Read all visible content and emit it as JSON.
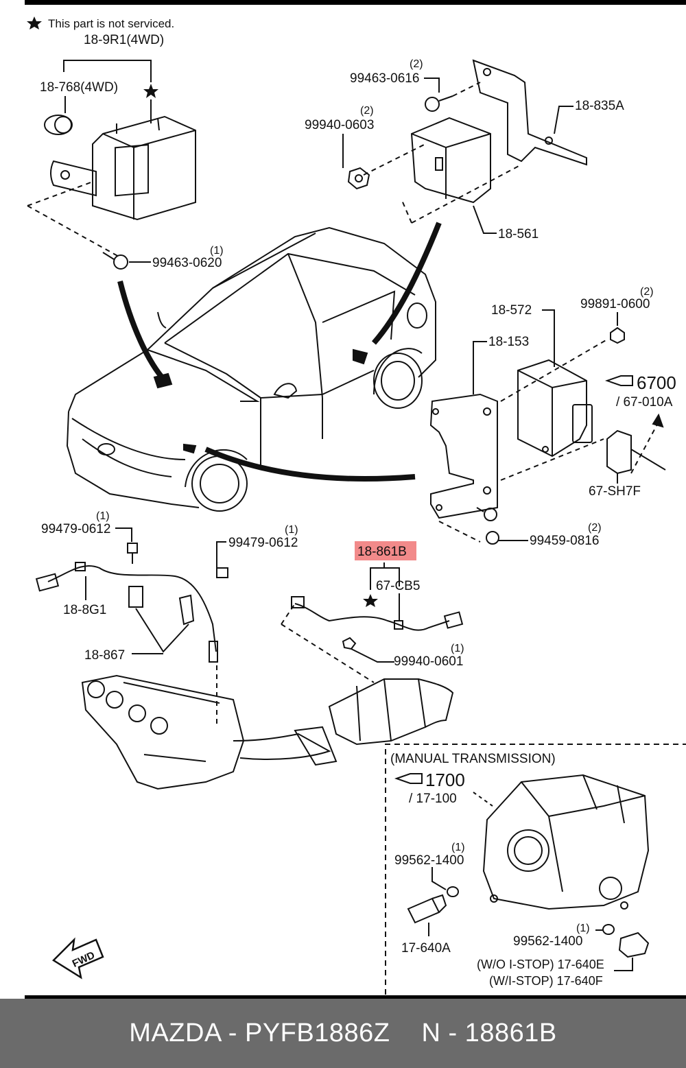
{
  "legend": {
    "star_note": "This part is not serviced."
  },
  "labels": {
    "p18_9R1": "18-9R1(4WD)",
    "p18_768": "18-768(4WD)",
    "b99463_0620": "99463-0620",
    "b99463_0620_qty": "(1)",
    "b99463_0616": "99463-0616",
    "b99463_0616_qty": "(2)",
    "n99940_0603": "99940-0603",
    "n99940_0603_qty": "(2)",
    "p18_835A": "18-835A",
    "p18_561": "18-561",
    "p18_572": "18-572",
    "n99891_0600": "99891-0600",
    "n99891_0600_qty": "(2)",
    "p18_153": "18-153",
    "ref6700": "6700",
    "ref67_010A": "/ 67-010A",
    "p67_SH7F": "67-SH7F",
    "b99459_0816": "99459-0816",
    "b99459_0816_qty": "(2)",
    "b99479_0612_a": "99479-0612",
    "b99479_0612_a_qty": "(1)",
    "b99479_0612_b": "99479-0612",
    "b99479_0612_b_qty": "(1)",
    "p18_8G1": "18-8G1",
    "p18_867": "18-867",
    "p18_861B": "18-861B",
    "p67_CB5": "67-CB5",
    "n99940_0601": "99940-0601",
    "n99940_0601_qty": "(1)",
    "manual_transmission": "(MANUAL TRANSMISSION)",
    "ref1700": "1700",
    "ref17_100": "/ 17-100",
    "g99562_1400_a": "99562-1400",
    "g99562_1400_a_qty": "(1)",
    "p17_640A": "17-640A",
    "g99562_1400_b": "99562-1400",
    "g99562_1400_b_qty": "(1)",
    "p17_640E": "(W/O I-STOP) 17-640E",
    "p17_640F": "(W/I-STOP) 17-640F",
    "fwd": "FWD"
  },
  "highlight_color": "#f28a8a",
  "footer": {
    "brand_part": "MAZDA - PYFB1886Z",
    "ref": "N - 18861B"
  }
}
